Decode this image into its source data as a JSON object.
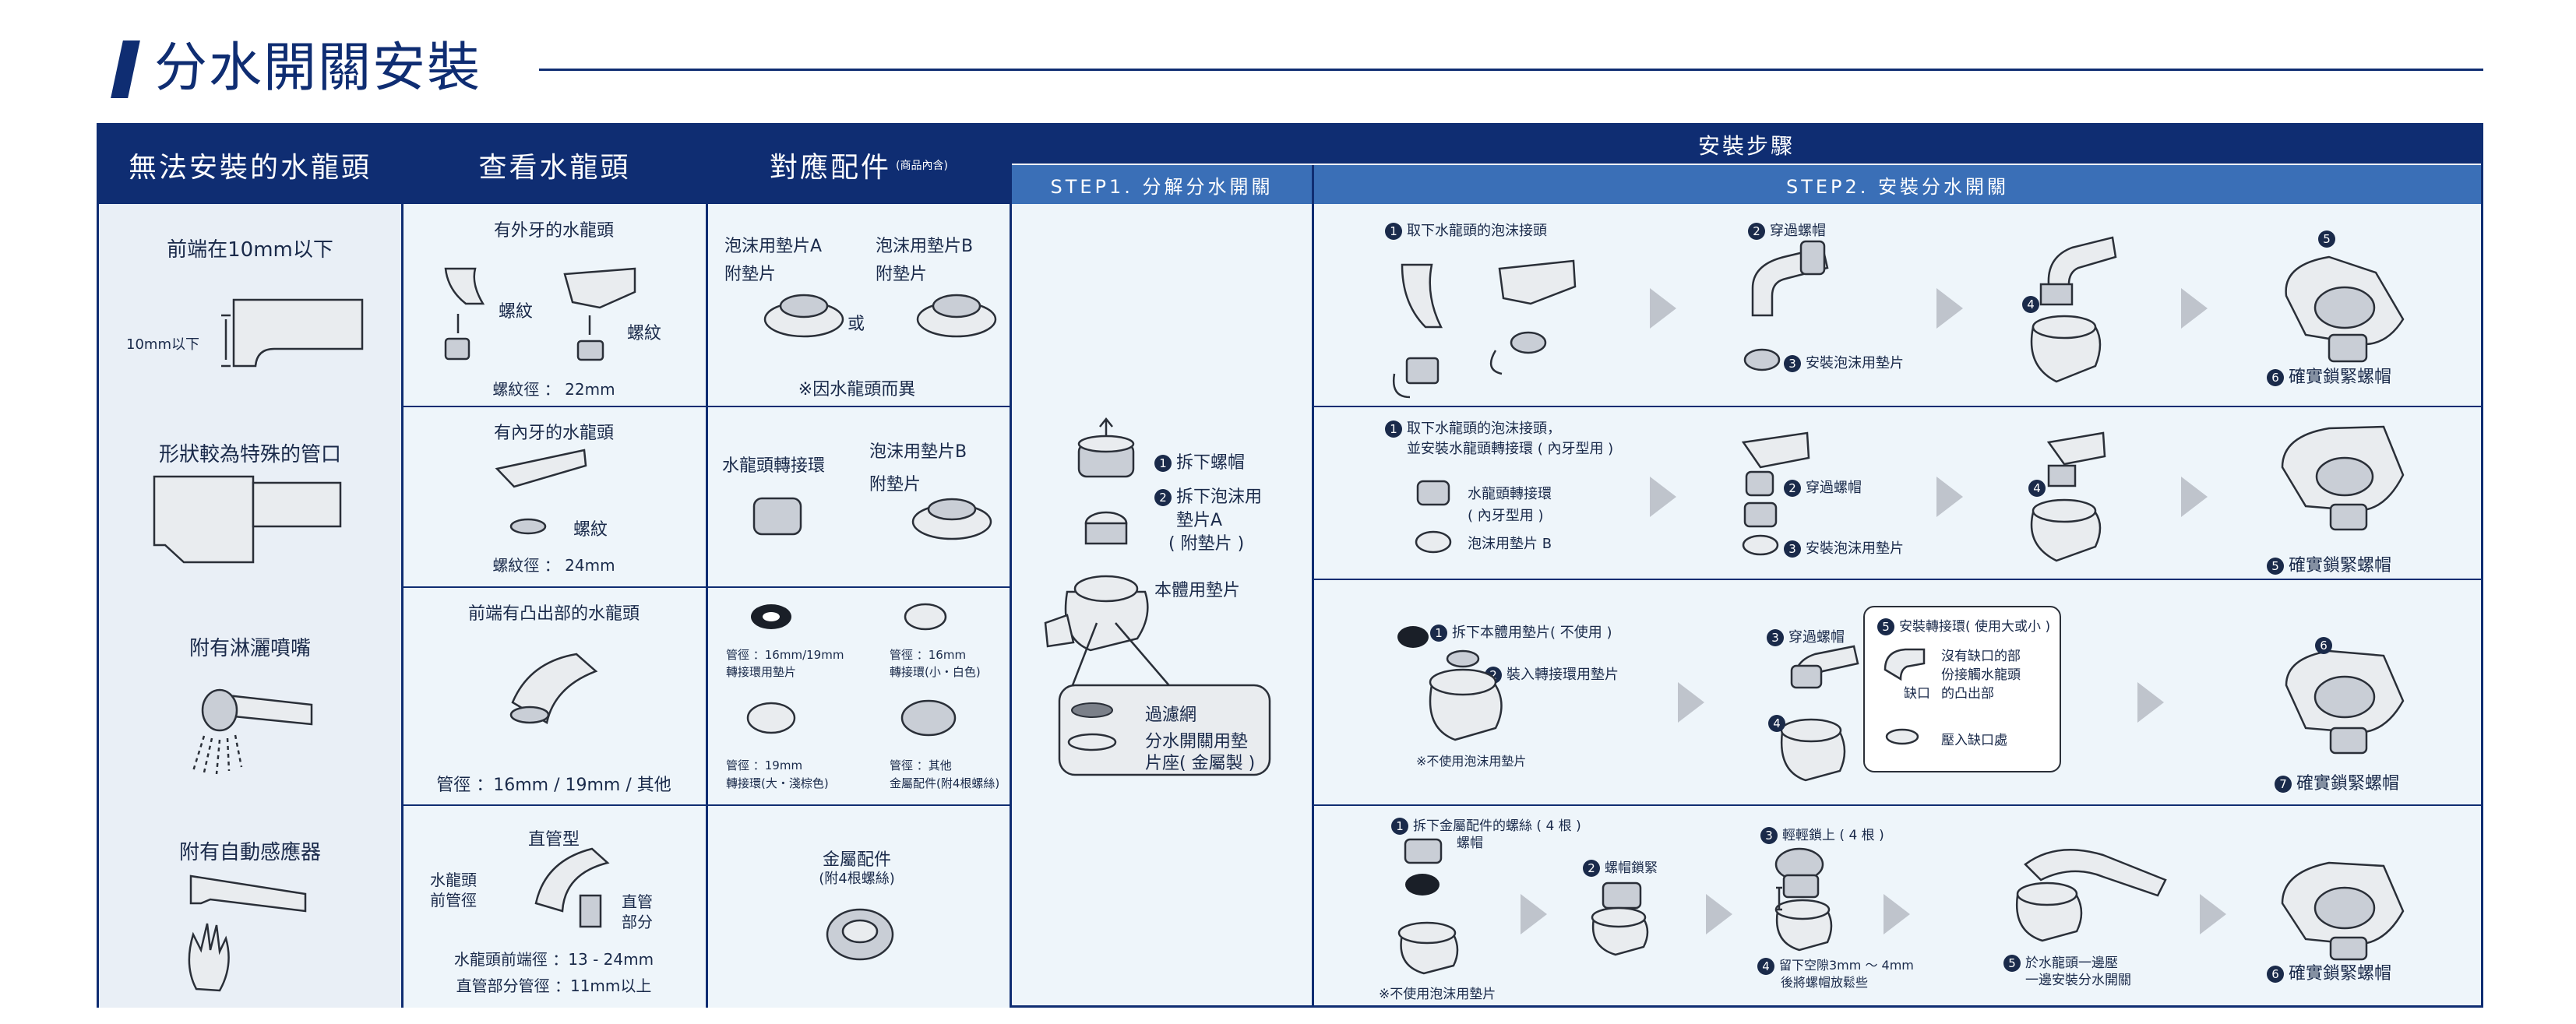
{
  "page": {
    "title": "分水開關安裝"
  },
  "headers": {
    "col1": "無法安裝的水龍頭",
    "col2": "查看水龍頭",
    "col3": "對應配件",
    "col3_note": "(商品內含)",
    "install": "安裝步驟",
    "step1": "STEP1. 分解分水開關",
    "step2": "STEP2. 安裝分水開關"
  },
  "col1": {
    "r1": "前端在10mm以下",
    "r1_dim": "10mm以下",
    "r2": "形狀較為特殊的管口",
    "r3": "附有淋灑噴嘴",
    "r4": "附有自動感應器"
  },
  "col2": {
    "r1_title": "有外牙的水龍頭",
    "r1_label_a": "螺紋",
    "r1_label_b": "螺紋",
    "r1_spec": "螺紋徑 ： 22mm",
    "r2_title": "有內牙的水龍頭",
    "r2_label": "螺紋",
    "r2_spec": "螺紋徑 ： 24mm",
    "r3_title": "前端有凸出部的水龍頭",
    "r3_spec": "管徑 ：16mm / 19mm / 其他",
    "r4_title": "直管型",
    "r4_label_a": "水龍頭",
    "r4_label_b": "前管徑",
    "r4_label_c": "直管",
    "r4_label_d": "部分",
    "r4_spec1": "水龍頭前端徑 ：13 - 24mm",
    "r4_spec2": "直管部分管徑 ：11mm以上"
  },
  "col3": {
    "r1_a1": "泡沫用墊片A",
    "r1_a2": "附墊片",
    "r1_b1": "泡沫用墊片B",
    "r1_b2": "附墊片",
    "r1_or": "或",
    "r1_note": "※因水龍頭而異",
    "r2_a": "水龍頭轉接環",
    "r2_b1": "泡沫用墊片B",
    "r2_b2": "附墊片",
    "r3_a1": "管徑 ：16mm/19mm",
    "r3_a2": "轉接環用墊片",
    "r3_b1": "管徑 ：16mm",
    "r3_b2": "轉接環(小・白色)",
    "r3_c1": "管徑 ：19mm",
    "r3_c2": "轉接環(大・淺棕色)",
    "r3_d1": "管徑 ：其他",
    "r3_d2": "金屬配件(附4根螺絲)",
    "r4_a": "金屬配件",
    "r4_b": "(附4根螺絲)"
  },
  "step1": {
    "s1": "拆下螺帽",
    "s2a": "拆下泡沫用",
    "s2b": "墊片A",
    "s2c": "( 附墊片 )",
    "s3": "本體用墊片",
    "s4": "過濾網",
    "s5a": "分水開關用墊",
    "s5b": "片座( 金屬製 )"
  },
  "step2": {
    "r1_s1": "取下水龍頭的泡沫接頭",
    "r1_s2": "穿過螺帽",
    "r1_s3": "安裝泡沫用墊片",
    "r1_s6": "確實鎖緊螺帽",
    "r2_s1a": "取下水龍頭的泡沫接頭，",
    "r2_s1b": "並安裝水龍頭轉接環 ( 內牙型用 )",
    "r2_p1": "水龍頭轉接環",
    "r2_p1b": "( 內牙型用 )",
    "r2_p2": "泡沫用墊片 B",
    "r2_s2": "穿過螺帽",
    "r2_s3": "安裝泡沫用墊片",
    "r2_s5": "確實鎖緊螺帽",
    "r3_s1": "拆下本體用墊片( 不使用 )",
    "r3_s2": "裝入轉接環用墊片",
    "r3_note": "※不使用泡沫用墊片",
    "r3_s3": "穿過螺帽",
    "r3_s5": "安裝轉接環( 使用大或小 )",
    "r3_box1": "沒有缺口的部",
    "r3_box2": "份接觸水龍頭",
    "r3_box3": "的凸出部",
    "r3_box4": "缺口",
    "r3_box5": "壓入缺口處",
    "r3_s7": "確實鎖緊螺帽",
    "r4_s1a": "拆下金屬配件的螺絲 ( 4  根 )",
    "r4_s1b": "螺帽",
    "r4_s2": "螺帽鎖緊",
    "r4_s3": "輕輕鎖上 ( 4  根 )",
    "r4_s4a": "留下空隙3mm ～ 4mm",
    "r4_s4b": "後將螺帽放鬆些",
    "r4_s5a": "於水龍頭一邊壓",
    "r4_s5b": "一邊安裝分水開關",
    "r4_s6": "確實鎖緊螺帽",
    "r4_note": "※不使用泡沫用墊片"
  },
  "nums": [
    "1",
    "2",
    "3",
    "4",
    "5",
    "6",
    "7"
  ],
  "colors": {
    "navy": "#0f2d72",
    "step_blue": "#3a6fb7",
    "panel": "#eef5fa",
    "arrow": "#bfc4cc"
  }
}
